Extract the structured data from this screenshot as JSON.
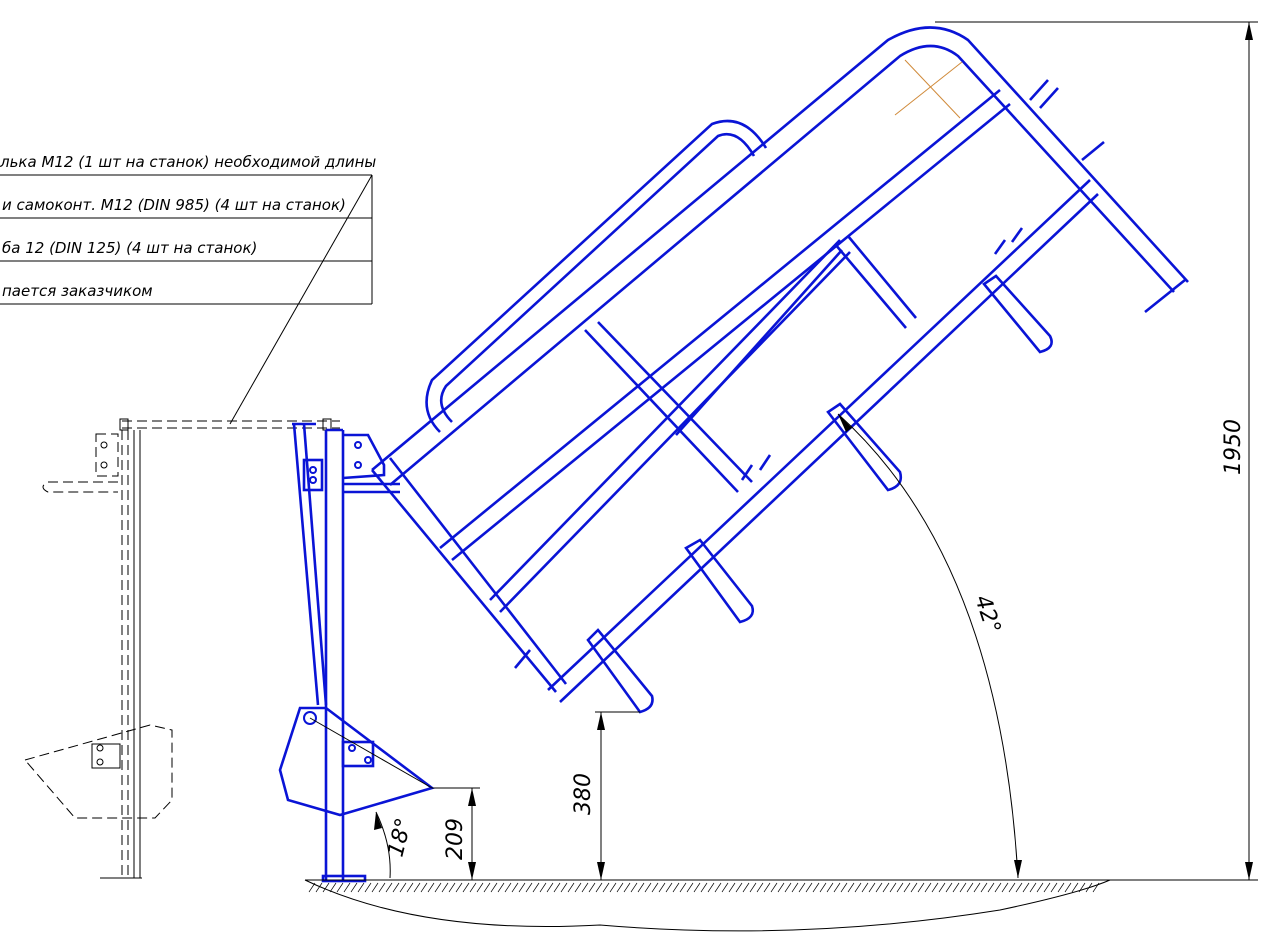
{
  "notes": [
    {
      "text": "лька М12 (1 шт на станок) необходимой длины"
    },
    {
      "text": "и самоконт. М12 (DIN 985) (4 шт на станок)"
    },
    {
      "text": "ба  12 (DIN 125) (4 шт на станок)"
    },
    {
      "text": "пается заказчиком"
    }
  ],
  "dimensions": {
    "overall_height": "1950",
    "lower_height": "380",
    "pad_height": "209",
    "frame_angle": "42°",
    "pad_angle": "18°"
  },
  "colors": {
    "part_lines": "#0a14d6",
    "dimension_lines": "#000000",
    "centerline": "#d08a3a"
  }
}
